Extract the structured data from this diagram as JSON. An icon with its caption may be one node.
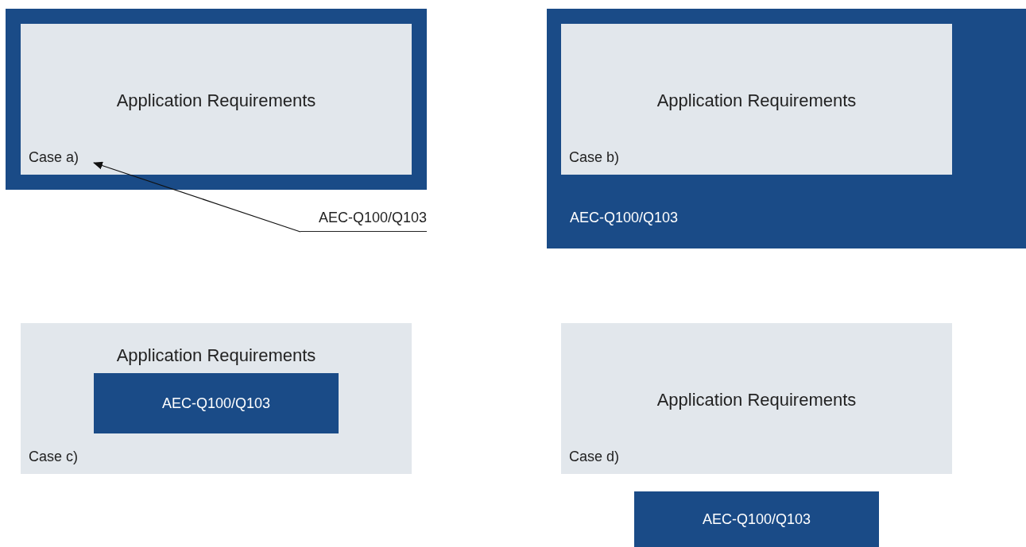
{
  "diagram": {
    "nodes": [
      {
        "text": [],
        "shape": "box"
      },
      {
        "text": [
          "Application Requirements",
          "Case a)"
        ],
        "in": 0
      },
      {
        "text": [
          "AEC-Q100/Q103"
        ]
      },
      {
        "text": [
          "AEC-Q100/Q103"
        ]
      },
      {
        "text": [
          "Application Requirements",
          "Case b)"
        ],
        "in": 3
      },
      {
        "text": [
          "Application Requirements",
          "Case c)"
        ]
      },
      {
        "text": [
          "AEC-Q100/Q103"
        ],
        "in": 5
      },
      {
        "text": [
          "Application Requirements",
          "Case d)"
        ]
      },
      {
        "text": [
          "AEC-Q100/Q103"
        ]
      }
    ],
    "edges": [
      {
        "from": 2,
        "to": 1,
        "arrow": "to"
      }
    ]
  }
}
